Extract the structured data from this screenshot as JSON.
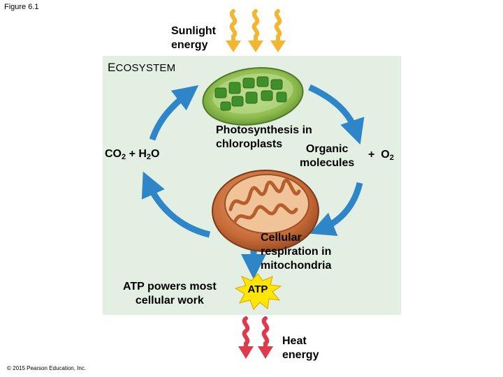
{
  "figure_label": "Figure 6.1",
  "copyright": "© 2015 Pearson Education, Inc.",
  "ecosystem": {
    "title_first": "E",
    "title_rest": "COSYSTEM"
  },
  "sunlight": {
    "line1": "Sunlight",
    "line2": "energy"
  },
  "heat": {
    "line1": "Heat",
    "line2": "energy"
  },
  "photosynthesis": {
    "line1": "Photosynthesis in",
    "line2": "chloroplasts"
  },
  "organic": {
    "line1": "Organic",
    "line2": "molecules"
  },
  "oxygen": {
    "plus": "+",
    "symbol": "O",
    "subscript": "2"
  },
  "reactants": {
    "co": "CO",
    "co_sub": "2",
    "plus": " + H",
    "h_sub": "2",
    "o": "O"
  },
  "respiration": {
    "line1": "Cellular",
    "line2": "respiration in",
    "line3": "mitochondria"
  },
  "atp_work": {
    "line1": "ATP powers most",
    "line2": "cellular work"
  },
  "atp": "ATP",
  "colors": {
    "ecosystem_bg": "#e4efe4",
    "cycle_arrow": "#2e86c8",
    "sunlight_arrow": "#f2b632",
    "heat_arrow": "#e0394b",
    "atp_burst": "#ffe600",
    "chloroplast": "#86b84a",
    "mitochondrion": "#c86d3a"
  }
}
